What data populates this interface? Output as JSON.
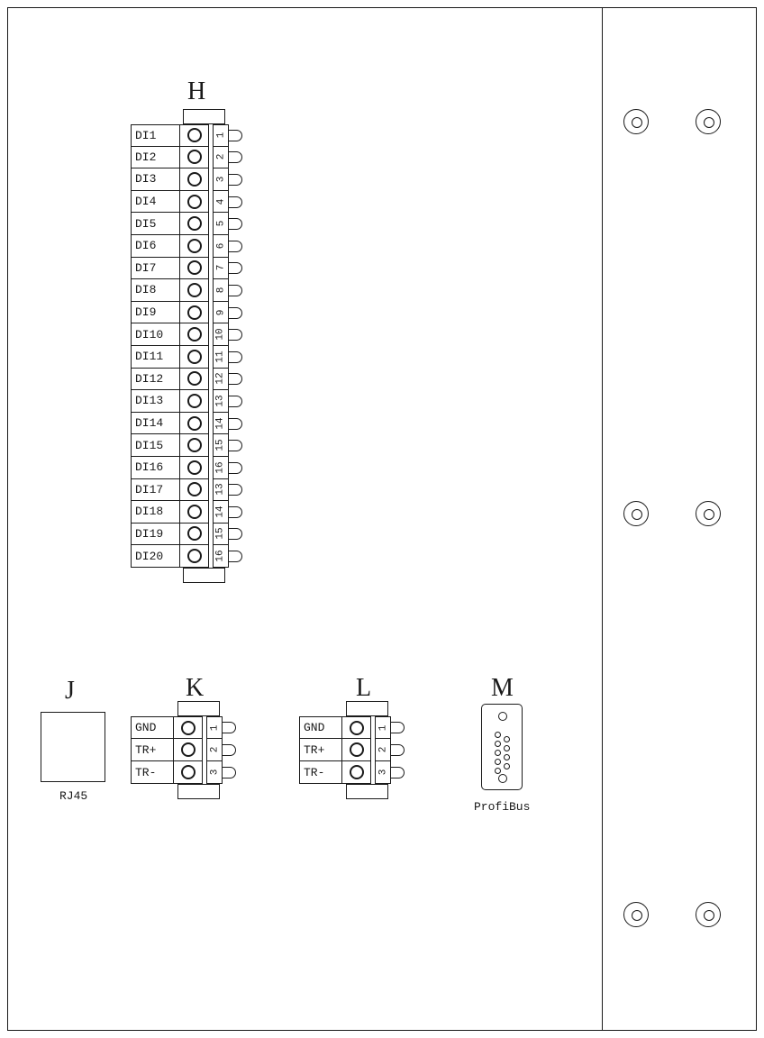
{
  "diagram": {
    "colors": {
      "line": "#1a1a1a",
      "background": "#ffffff"
    },
    "connector_h": {
      "label": "H",
      "rows": [
        {
          "label": "DI1",
          "pin": "1"
        },
        {
          "label": "DI2",
          "pin": "2"
        },
        {
          "label": "DI3",
          "pin": "3"
        },
        {
          "label": "DI4",
          "pin": "4"
        },
        {
          "label": "DI5",
          "pin": "5"
        },
        {
          "label": "DI6",
          "pin": "6"
        },
        {
          "label": "DI7",
          "pin": "7"
        },
        {
          "label": "DI8",
          "pin": "8"
        },
        {
          "label": "DI9",
          "pin": "9"
        },
        {
          "label": "DI10",
          "pin": "10"
        },
        {
          "label": "DI11",
          "pin": "11"
        },
        {
          "label": "DI12",
          "pin": "12"
        },
        {
          "label": "DI13",
          "pin": "13"
        },
        {
          "label": "DI14",
          "pin": "14"
        },
        {
          "label": "DI15",
          "pin": "15"
        },
        {
          "label": "DI16",
          "pin": "16"
        },
        {
          "label": "DI17",
          "pin": "13"
        },
        {
          "label": "DI18",
          "pin": "14"
        },
        {
          "label": "DI19",
          "pin": "15"
        },
        {
          "label": "DI20",
          "pin": "16"
        }
      ]
    },
    "connector_j": {
      "label": "J",
      "caption": "RJ45"
    },
    "connector_k": {
      "label": "K",
      "rows": [
        {
          "label": "GND",
          "pin": "1"
        },
        {
          "label": "TR+",
          "pin": "2"
        },
        {
          "label": "TR-",
          "pin": "3"
        }
      ]
    },
    "connector_l": {
      "label": "L",
      "rows": [
        {
          "label": "GND",
          "pin": "1"
        },
        {
          "label": "TR+",
          "pin": "2"
        },
        {
          "label": "TR-",
          "pin": "3"
        }
      ]
    },
    "connector_m": {
      "label": "M",
      "caption": "ProfiBus"
    }
  }
}
